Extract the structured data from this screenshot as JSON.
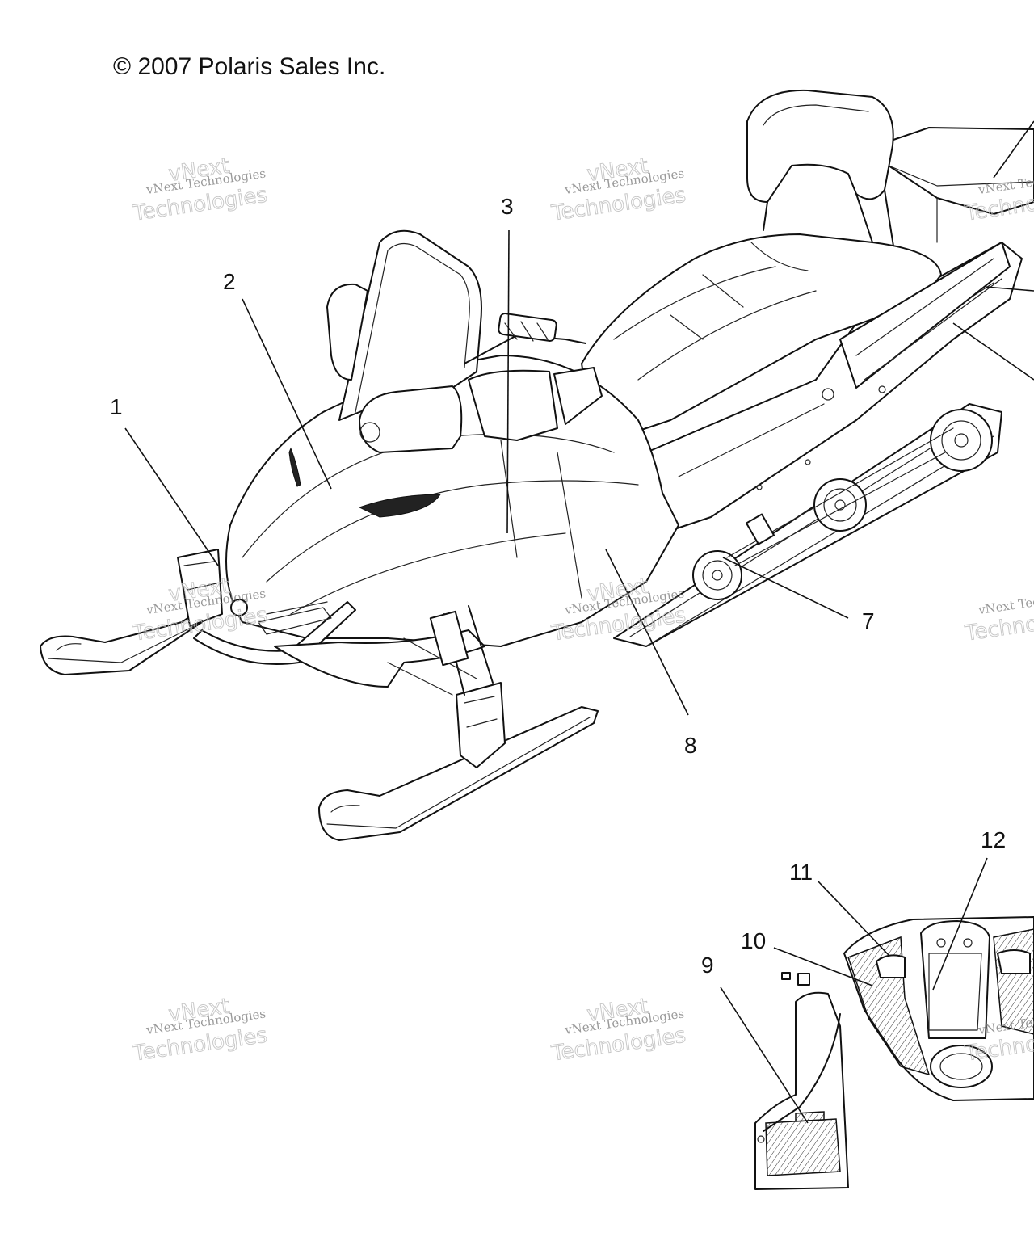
{
  "copyright": "© 2007 Polaris Sales Inc.",
  "watermark": {
    "line1": "vNext Technologies",
    "line2": "vNext",
    "line3": "Technologies"
  },
  "callouts": [
    "1",
    "2",
    "3",
    "7",
    "8",
    "9",
    "10",
    "11",
    "12"
  ]
}
